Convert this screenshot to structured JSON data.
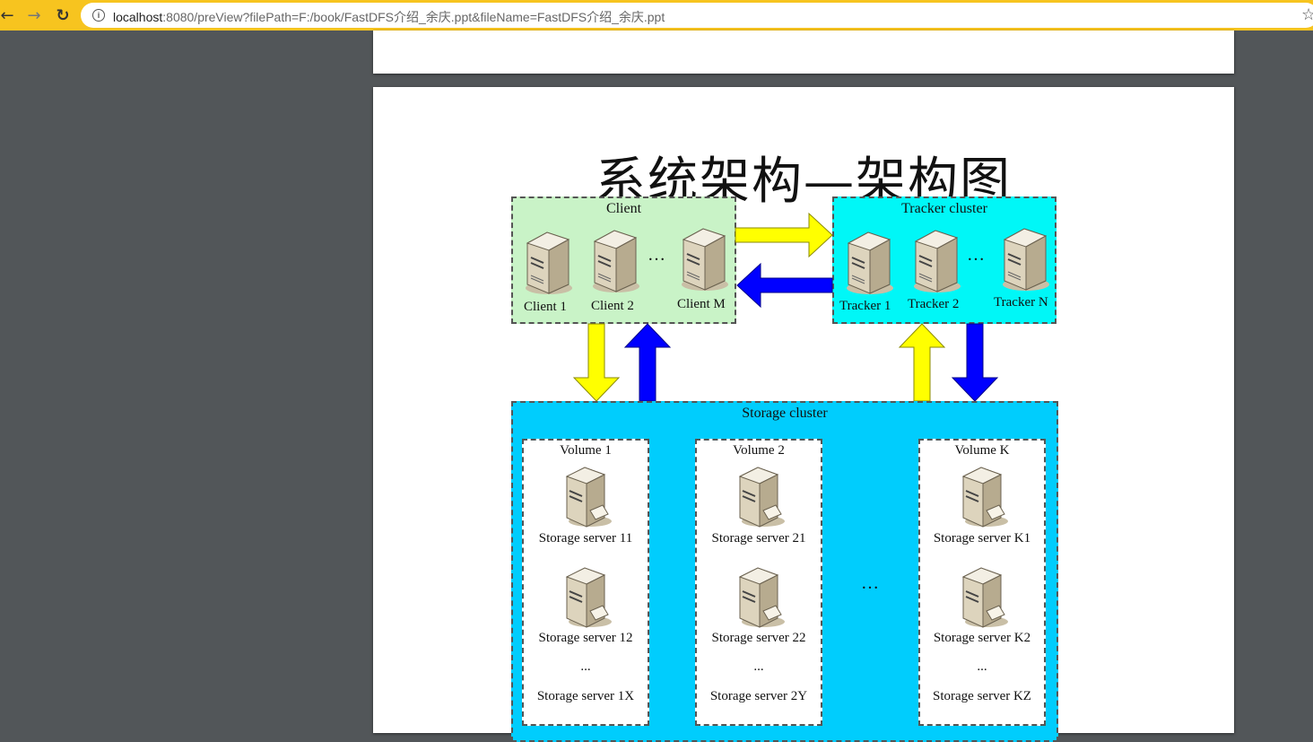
{
  "browser": {
    "back_icon": "←",
    "forward_icon": "→",
    "reload_icon": "↻",
    "info_icon": "i",
    "url_host": "localhost",
    "url_rest": ":8080/preView?filePath=F:/book/FastDFS介绍_余庆.ppt&fileName=FastDFS介绍_余庆.ppt",
    "star_icon": "☆"
  },
  "slide": {
    "title": "系统架构—架构图"
  },
  "diagram": {
    "client": {
      "title": "Client",
      "servers": [
        "Client 1",
        "Client 2",
        "Client M"
      ],
      "ellipsis": "…"
    },
    "tracker": {
      "title": "Tracker cluster",
      "servers": [
        "Tracker 1",
        "Tracker 2",
        "Tracker N"
      ],
      "ellipsis": "…"
    },
    "storage": {
      "title": "Storage cluster",
      "middle_ellipsis": "…",
      "volumes": [
        {
          "title": "Volume 1",
          "servers": [
            "Storage server 11",
            "Storage server 12"
          ],
          "ellipsis": "...",
          "last": "Storage server 1X"
        },
        {
          "title": "Volume 2",
          "servers": [
            "Storage server 21",
            "Storage server 22"
          ],
          "ellipsis": "...",
          "last": "Storage server 2Y"
        },
        {
          "title": "Volume K",
          "servers": [
            "Storage server K1",
            "Storage server K2"
          ],
          "ellipsis": "...",
          "last": "Storage server KZ"
        }
      ]
    },
    "colors": {
      "arrow_yellow": "#ffff00",
      "arrow_blue": "#0000ff",
      "client_bg": "#c9f3c7",
      "tracker_bg": "#00f7f7",
      "storage_bg": "#00cdfd"
    }
  }
}
